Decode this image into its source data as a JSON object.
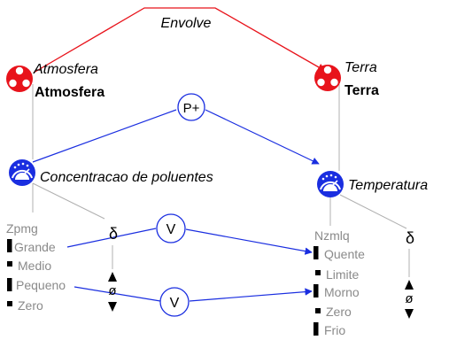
{
  "relation": {
    "label": "Envolve"
  },
  "entities": {
    "atmosfera": {
      "italic": "Atmosfera",
      "bold": "Atmosfera",
      "color": "#e8131b"
    },
    "terra": {
      "italic": "Terra",
      "bold": "Terra",
      "color": "#e8131b"
    }
  },
  "quantities": {
    "concentracao": {
      "label": "Concentracao de poluentes",
      "color": "#1a2ee0"
    },
    "temperatura": {
      "label": "Temperatura",
      "color": "#1a2ee0"
    }
  },
  "influence": {
    "label": "P+"
  },
  "left_space": {
    "name": "Zpmg",
    "values": [
      "Grande",
      "Medio",
      "Pequeno",
      "Zero"
    ],
    "derivative": {
      "delta": "δ",
      "zero": "ø"
    }
  },
  "right_space": {
    "name": "Nzmlq",
    "values": [
      "Quente",
      "Limite",
      "Morno",
      "Zero",
      "Frio"
    ],
    "derivative": {
      "delta": "δ",
      "zero": "ø"
    }
  },
  "correspondences": [
    {
      "label": "V"
    },
    {
      "label": "V"
    }
  ],
  "colors": {
    "relation_line": "#e8131b",
    "causal_line": "#1a2ee0",
    "structure_line": "#b0b0b0",
    "text_gray": "#8a8a8a"
  }
}
